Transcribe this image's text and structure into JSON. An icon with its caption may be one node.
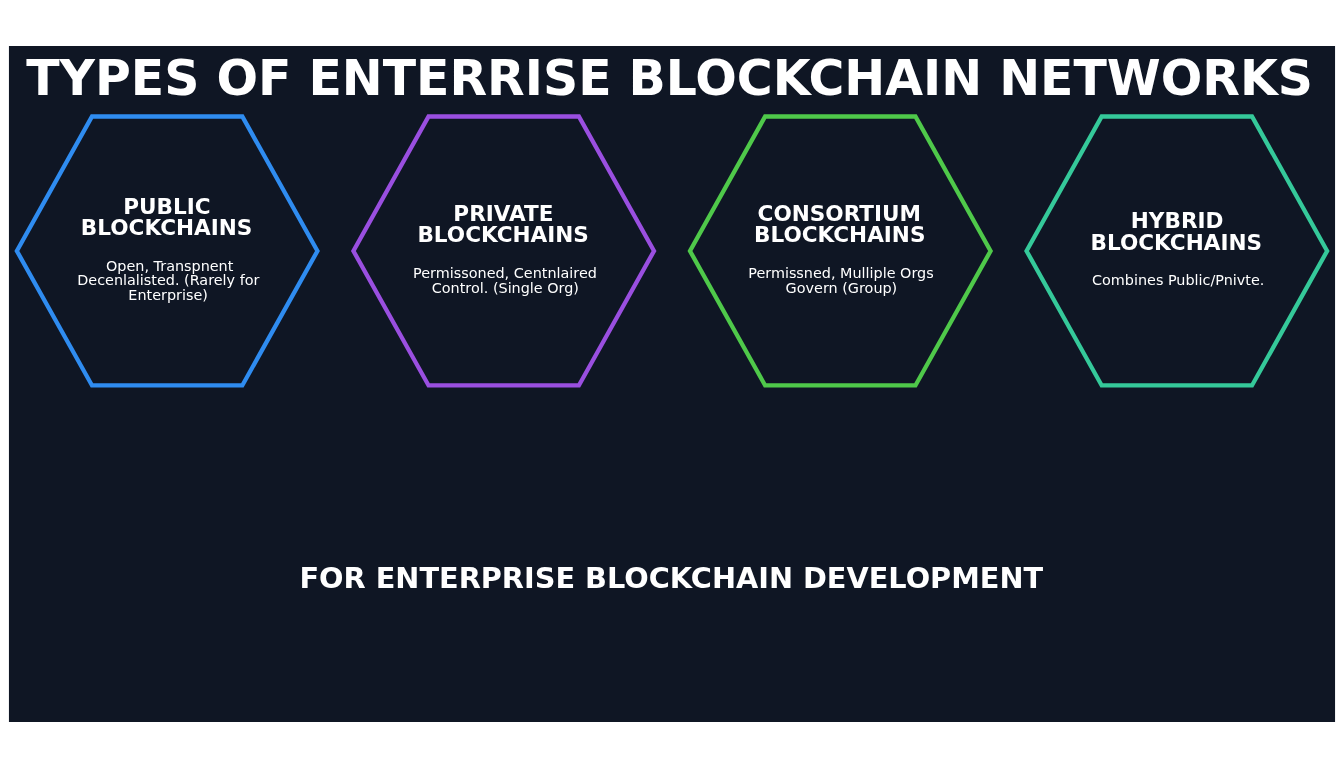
{
  "diagram": {
    "title": "TYPES OF ENTERRISE BLOCKCHAIN NETWORKS",
    "caption": "FOR ENTERPRISE BLOCKCHAIN DEVELOPMENT",
    "nodes": [
      {
        "text": [
          "PUBLIC BLOCKCHAINS",
          "Open, Transpnent Decenlalisted. (Rarely for Enterprise)"
        ]
      },
      {
        "text": [
          "PRIVATE BLOCKCHAINS",
          "Permissoned, Centnlaired Control. (Single Org)"
        ]
      },
      {
        "text": [
          "CONSORTIUM BLOCKCHAINS",
          "Permissned, Mulliple Orgs Govern (Group)"
        ]
      },
      {
        "text": [
          "HYBRID BLOCKCHAINS",
          "Combines Public/Pnivte."
        ]
      }
    ],
    "edges": []
  }
}
